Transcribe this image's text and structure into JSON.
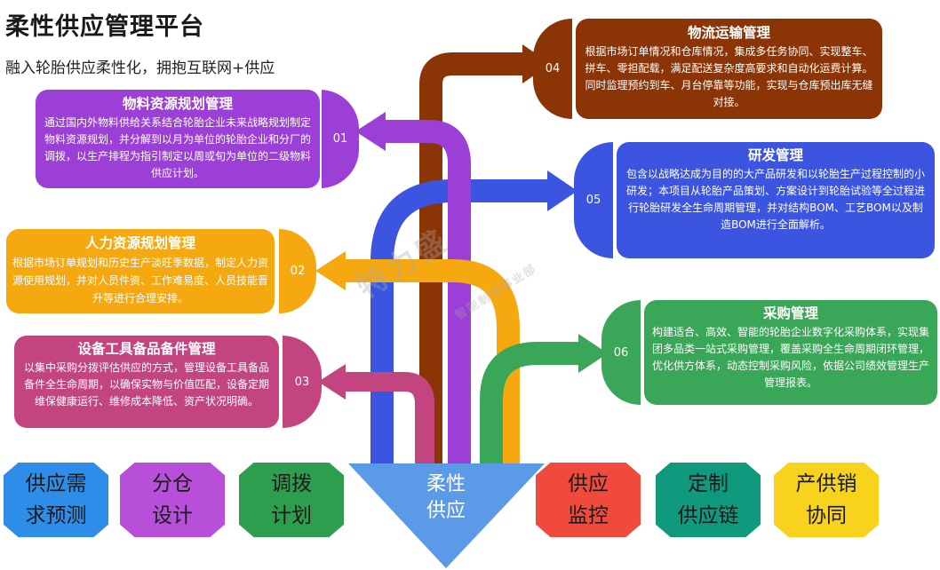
{
  "header": {
    "title": "柔性供应管理平台",
    "subtitle": "融入轮胎供应柔性化，拥抱互联网+供应"
  },
  "center": {
    "line1": "柔性",
    "line2": "供应"
  },
  "watermark": {
    "line1": "特力盛",
    "line2": "智能制造事业部"
  },
  "cards": [
    {
      "num": "01",
      "title": "物料资源规划管理",
      "body": "通过国内外物料供给关系结合轮胎企业未来战略规划制定物料资源规划，并分解到以月为单位的轮胎企业和分厂的调拨，以生产排程为指引制定以周或旬为单位的二级物料供应计划。",
      "color": "#9b3fd6"
    },
    {
      "num": "02",
      "title": "人力资源规划管理",
      "body": "根据市场订单规划和历史生产淡旺季数据，制定人力资源使用规划，并对人员件资、工作难易度、人员技能晋升等进行合理安排。",
      "color": "#f5a80f"
    },
    {
      "num": "03",
      "title": "设备工具备品备件管理",
      "body": "以集中采购分拨评估供应的方式，管理设备工具备品备件全生命周期，以确保实物与价值匹配，设备定期维保健康运行、维修成本降低、资产状况明确。",
      "color": "#c2457f"
    },
    {
      "num": "04",
      "title": "物流运输管理",
      "body": "根据市场订单情况和仓库情况，集成多任务协同、实现整车、拼车、零担配载，满足配送复杂度高要求和自动化运费计算。同时监理预约到车、月台停靠等功能，实现与仓库预出库无缝对接。",
      "color": "#8b3405"
    },
    {
      "num": "05",
      "title": "研发管理",
      "body": "包含以战略达成为目的的大产品研发和以轮胎生产过程控制的小研发；本项目从轮胎产品策划、方案设计到轮胎试验等全过程进行轮胎研发全生命周期管理，并对结构BOM、工艺BOM以及制造BOM进行全面解析。",
      "color": "#3b55e0"
    },
    {
      "num": "06",
      "title": "采购管理",
      "body": "构建适合、高效、智能的轮胎企业数字化采购体系，实现集团多品类一站式采购管理，覆盖采购全生命周期闭环管理，优化供方体系，动态控制采购风险，依据公司绩效管理生产管理报表。",
      "color": "#3aa657"
    }
  ],
  "bottom_left": [
    {
      "line1": "供应需",
      "line2": "求预测",
      "color": "#2d8de8"
    },
    {
      "line1": "分仓",
      "line2": "设计",
      "color": "#b84fd9"
    },
    {
      "line1": "调拨",
      "line2": "计划",
      "color": "#2e9e4e"
    }
  ],
  "bottom_right": [
    {
      "line1": "供应",
      "line2": "监控",
      "color": "#ef4a3b"
    },
    {
      "line1": "定制",
      "line2": "供应链",
      "color": "#0f9a7d"
    },
    {
      "line1": "产供销",
      "line2": "协同",
      "color": "#f7d31d"
    }
  ]
}
